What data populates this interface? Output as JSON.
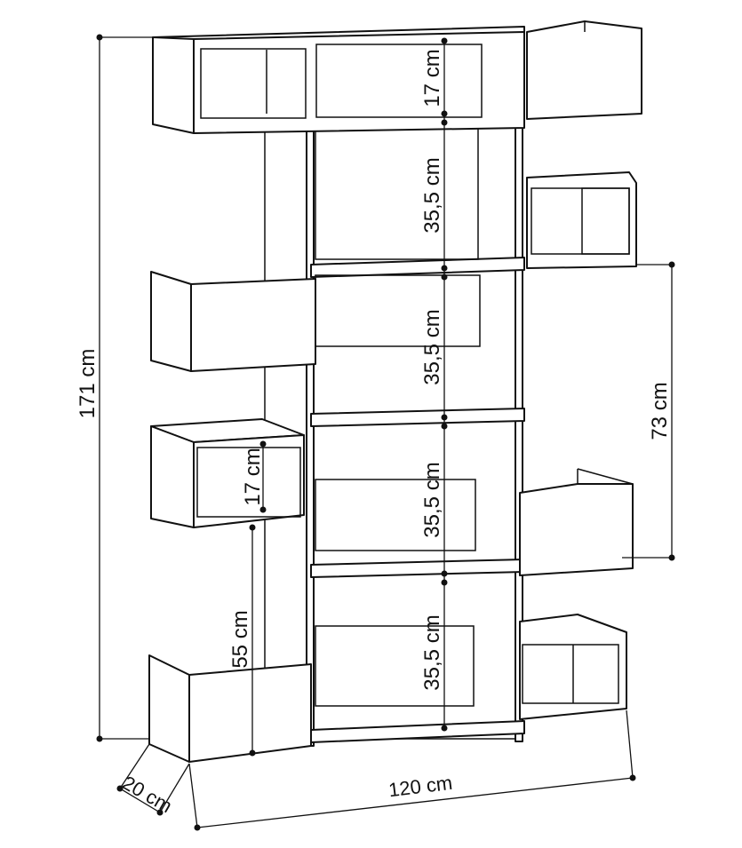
{
  "diagram": {
    "colors": {
      "line": "#111111",
      "background": "#ffffff"
    },
    "dimensions": {
      "total_height": "171 cm",
      "width": "120 cm",
      "depth": "20 cm",
      "right_height": "73 cm",
      "top_compartment": "17 cm",
      "compartment_1": "35,5 cm",
      "compartment_2": "35,5 cm",
      "compartment_3": "35,5 cm",
      "compartment_4": "35,5 cm",
      "left_small": "17 cm",
      "left_lower": "55 cm"
    }
  }
}
